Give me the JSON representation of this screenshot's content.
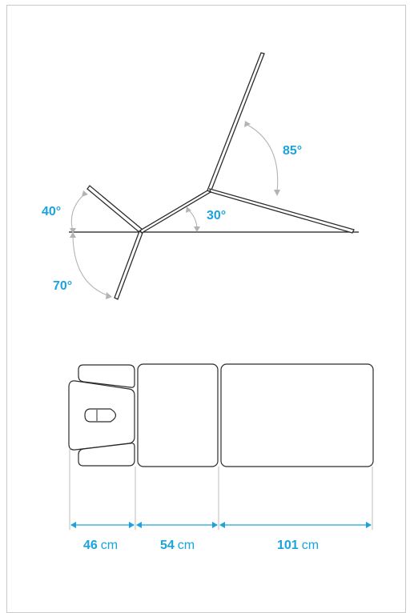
{
  "angles": {
    "head_up": "40°",
    "head_down": "70°",
    "back": "30°",
    "leg": "85°"
  },
  "dimensions": [
    {
      "value": "46",
      "unit": "cm"
    },
    {
      "value": "54",
      "unit": "cm"
    },
    {
      "value": "101",
      "unit": "cm"
    }
  ],
  "colors": {
    "accent": "#1aa3dc",
    "outline": "#2b2b2b",
    "arc": "#b3b3b3"
  }
}
